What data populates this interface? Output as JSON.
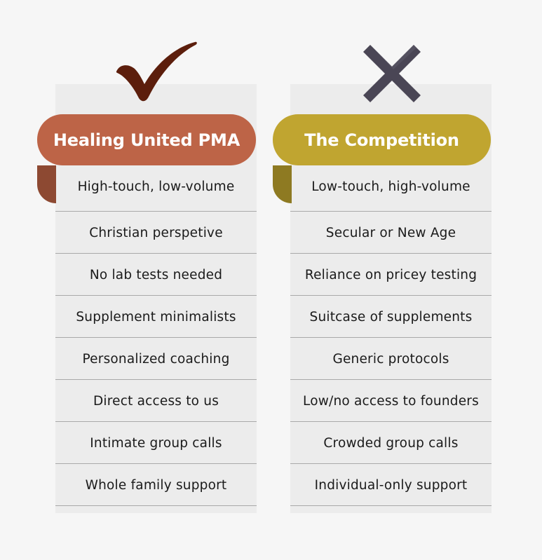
{
  "healing_united": {
    "title": "Healing United PMA",
    "items": [
      "High-touch, low-volume",
      "Christian perspetive",
      "No lab tests needed",
      "Supplement minimalists",
      "Personalized coaching",
      "Direct access to us",
      "Intimate group calls",
      "Whole family support"
    ],
    "icon": "checkmark-icon",
    "accent_color": "#bd6447"
  },
  "competition": {
    "title": "The Competition",
    "items": [
      "Low-touch, high-volume",
      "Secular or New Age",
      "Reliance on pricey testing",
      "Suitcase of supplements",
      "Generic protocols",
      "Low/no access to founders",
      "Crowded group calls",
      "Individual-only support"
    ],
    "icon": "x-mark-icon",
    "accent_color": "#c0a530"
  }
}
